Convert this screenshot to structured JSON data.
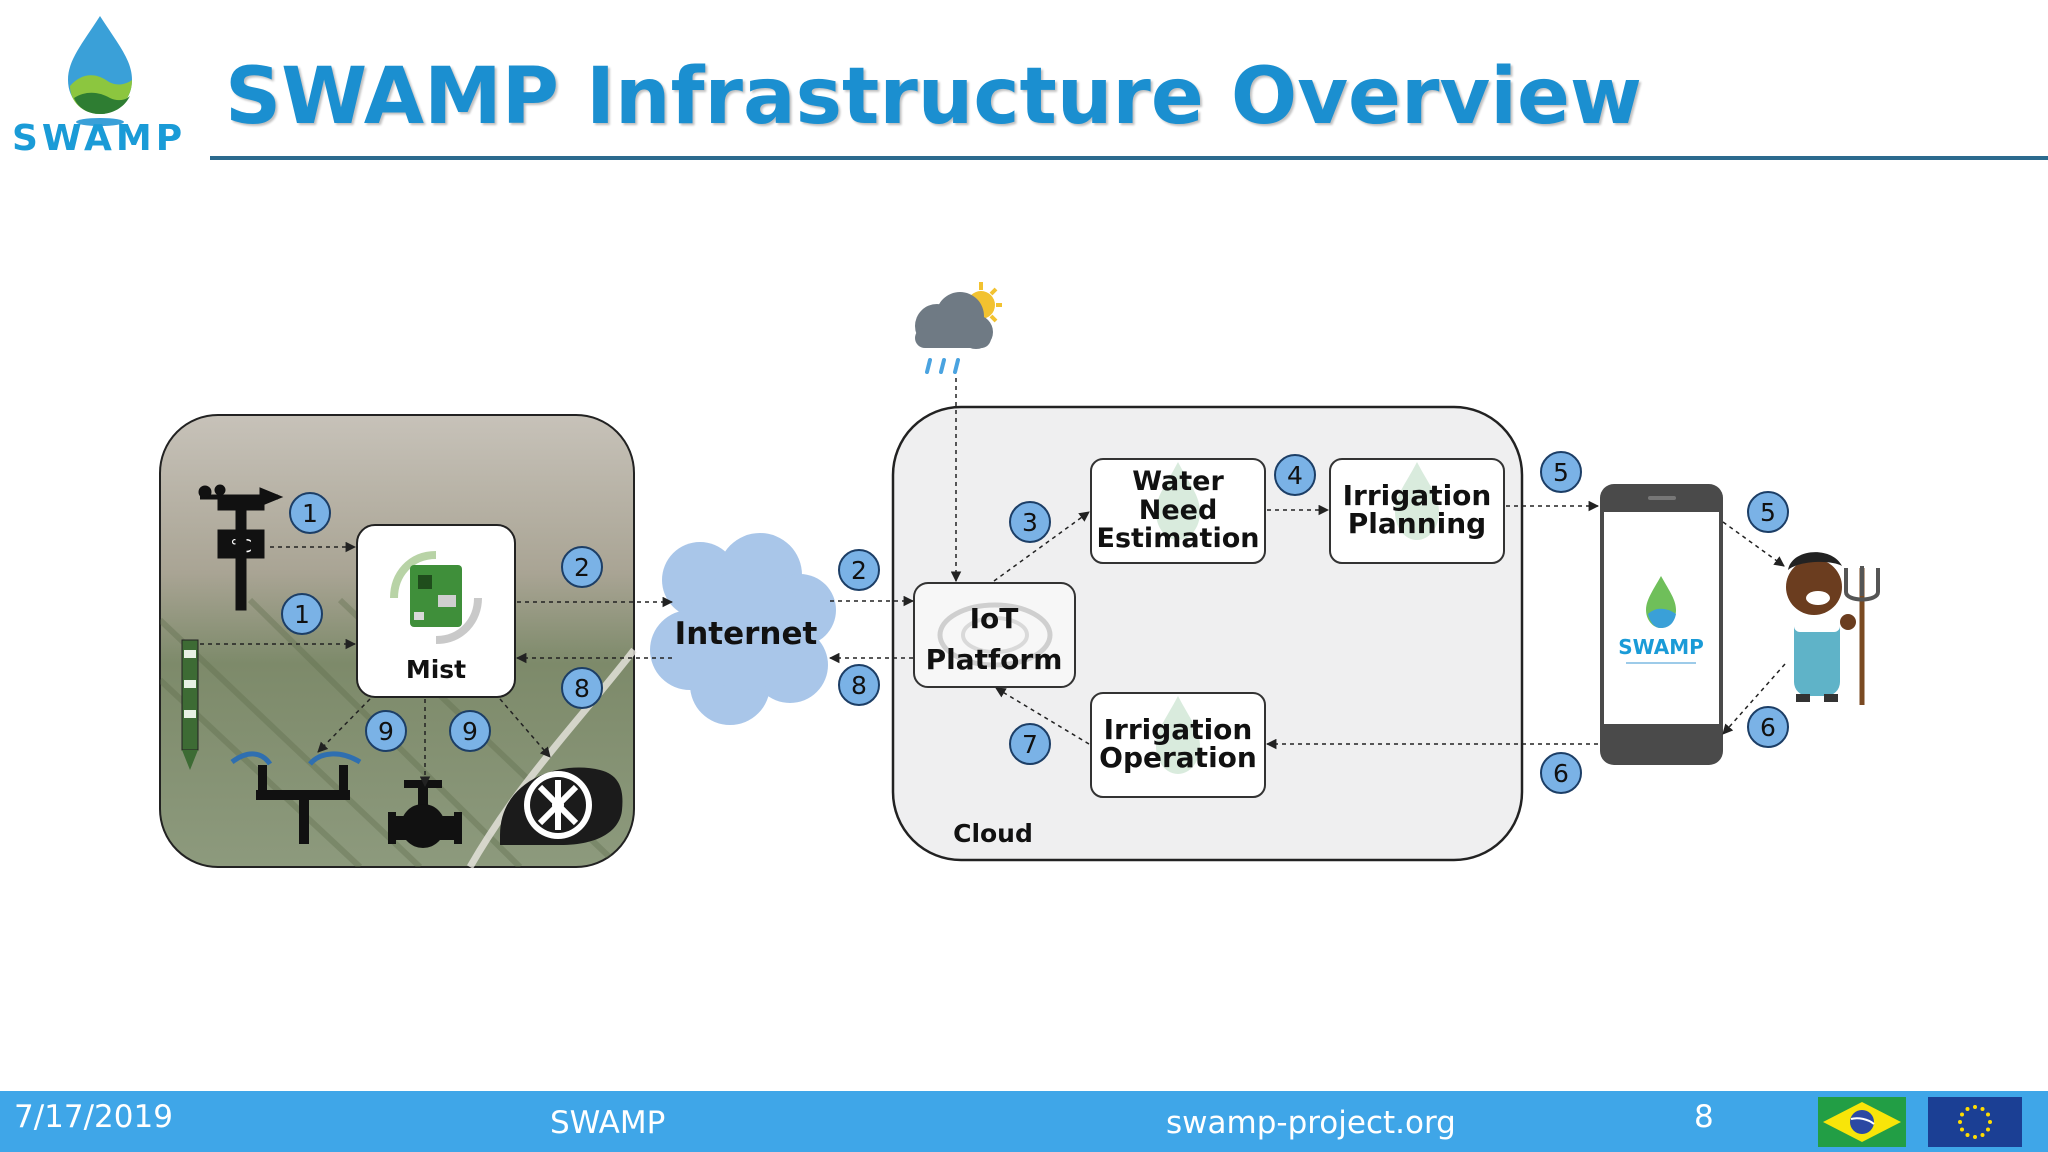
{
  "header": {
    "logo_text": "SWAMP",
    "title": "SWAMP Infrastructure Overview"
  },
  "diagram": {
    "boxes": {
      "mist": "Mist",
      "internet": "Internet",
      "iot_line1": "IoT",
      "iot_line2": "Platform",
      "water_line1": "Water",
      "water_line2": "Need",
      "water_line3": "Estimation",
      "planning_line1": "Irrigation",
      "planning_line2": "Planning",
      "operation_line1": "Irrigation",
      "operation_line2": "Operation",
      "cloud": "Cloud",
      "phone_logo": "SWAMP"
    },
    "step_numbers": [
      "1",
      "1",
      "2",
      "2",
      "3",
      "4",
      "5",
      "5",
      "6",
      "6",
      "7",
      "8",
      "8",
      "9",
      "9"
    ],
    "icons": [
      "weather-station-icon",
      "soil-probe-icon",
      "raspberry-pi-icon",
      "center-pivot-icon",
      "valve-icon",
      "pump-icon",
      "rain-cloud-icon",
      "smartphone-icon",
      "farmer-icon"
    ]
  },
  "footer": {
    "date": "7/17/2019",
    "name": "SWAMP",
    "url": "swamp-project.org",
    "page": "8"
  },
  "colors": {
    "title_blue": "#1b8fd0",
    "footer_blue": "#3fa6e8",
    "badge_fill": "#7ab2e6",
    "cloud_fill": "#efeff0",
    "internet_fill": "#a9c6e9"
  }
}
